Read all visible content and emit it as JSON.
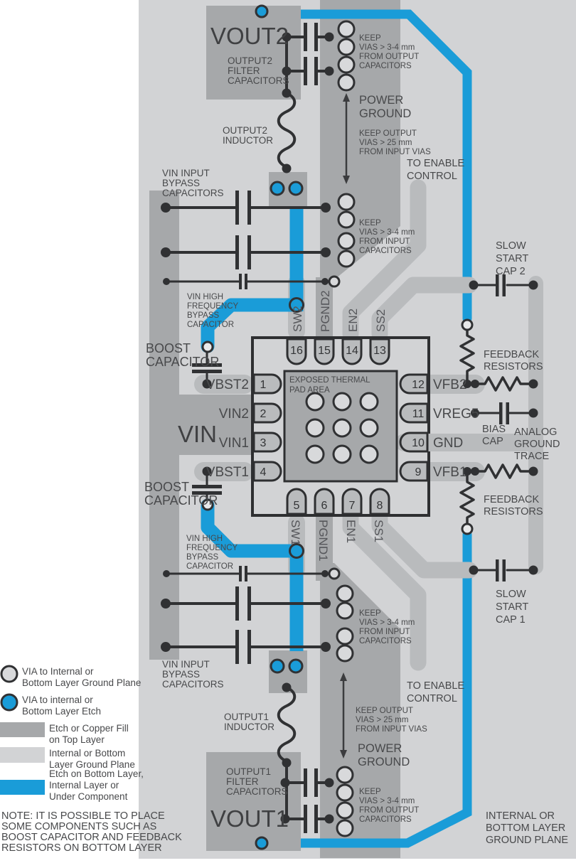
{
  "labels": {
    "vout2": "VOUT2",
    "vout1": "VOUT1",
    "vin": "VIN",
    "output2_filter": [
      "OUTPUT2",
      "FILTER",
      "CAPACITORS"
    ],
    "output1_filter": [
      "OUTPUT1",
      "FILTER",
      "CAPACITORS"
    ],
    "output2_inductor": [
      "OUTPUT2",
      "INDUCTOR"
    ],
    "output1_inductor": [
      "OUTPUT1",
      "INDUCTOR"
    ],
    "keep_vias_output": [
      "KEEP",
      "VIAS > 3-4 mm",
      "FROM OUTPUT",
      "CAPACITORS"
    ],
    "keep_vias_input": [
      "KEEP",
      "VIAS > 3-4 mm",
      "FROM INPUT",
      "CAPACITORS"
    ],
    "power_ground": [
      "POWER",
      "GROUND"
    ],
    "keep_output_vias": [
      "KEEP OUTPUT",
      "VIAS > 25 mm",
      "FROM INPUT VIAS"
    ],
    "to_enable": [
      "TO ENABLE",
      "CONTROL"
    ],
    "vin_input_bypass": [
      "VIN INPUT",
      "BYPASS",
      "CAPACITORS"
    ],
    "vin_hf_bypass": [
      "VIN HIGH",
      "FREQUENCY",
      "BYPASS",
      "CAPACITOR"
    ],
    "boost_capacitor": [
      "BOOST",
      "CAPACITOR"
    ],
    "slow_start_cap2": [
      "SLOW",
      "START",
      "CAP 2"
    ],
    "slow_start_cap1": [
      "SLOW",
      "START",
      "CAP 1"
    ],
    "feedback_resistors": [
      "FEEDBACK",
      "RESISTORS"
    ],
    "bias_cap": [
      "BIAS",
      "CAP"
    ],
    "analog_ground_trace": [
      "ANALOG",
      "GROUND",
      "TRACE"
    ],
    "exposed_pad": [
      "EXPOSED THERMAL",
      "PAD AREA"
    ],
    "internal_bottom_plane": [
      "INTERNAL OR",
      "BOTTOM LAYER",
      "GROUND PLANE"
    ]
  },
  "pins": [
    {
      "n": "1",
      "name": "VBST2"
    },
    {
      "n": "2",
      "name": "VIN2"
    },
    {
      "n": "3",
      "name": "VIN1"
    },
    {
      "n": "4",
      "name": "VBST1"
    },
    {
      "n": "5",
      "name": "SW1"
    },
    {
      "n": "6",
      "name": "PGND1"
    },
    {
      "n": "7",
      "name": "EN1"
    },
    {
      "n": "8",
      "name": "SS1"
    },
    {
      "n": "9",
      "name": "VFB1"
    },
    {
      "n": "10",
      "name": "GND"
    },
    {
      "n": "11",
      "name": "VREG5"
    },
    {
      "n": "12",
      "name": "VFB2"
    },
    {
      "n": "13",
      "name": "SS2"
    },
    {
      "n": "14",
      "name": "EN2"
    },
    {
      "n": "15",
      "name": "PGND2"
    },
    {
      "n": "16",
      "name": "SW2"
    }
  ],
  "legend": {
    "items": [
      {
        "swatch": "via-ground",
        "lines": [
          "VIA to Internal or",
          "Bottom Layer Ground Plane"
        ]
      },
      {
        "swatch": "via-etch",
        "lines": [
          "VIA to internal or",
          "Bottom Layer Etch"
        ]
      },
      {
        "swatch": "copper-top",
        "lines": [
          "Etch or Copper Fill",
          "on Top Layer"
        ]
      },
      {
        "swatch": "ground-plane",
        "lines": [
          "Internal or Bottom",
          "Layer Ground Plane"
        ]
      },
      {
        "swatch": "bottom-etch",
        "lines": [
          "Etch on Bottom Layer,",
          "Internal Layer or",
          "Under Component"
        ]
      }
    ],
    "note": [
      "NOTE: IT IS POSSIBLE TO PLACE",
      "SOME COMPONENTS SUCH AS",
      "BOOST CAPACITOR AND FEEDBACK",
      "RESISTORS ON BOTTOM LAYER"
    ]
  },
  "colors": {
    "ground_plane": "#d2d3d5",
    "copper_top": "#a6a8aa",
    "trace": "#b9bbbd",
    "bottom_etch_blue": "#1a9cd8",
    "outline": "#2e2f31",
    "text": "#48494b"
  }
}
